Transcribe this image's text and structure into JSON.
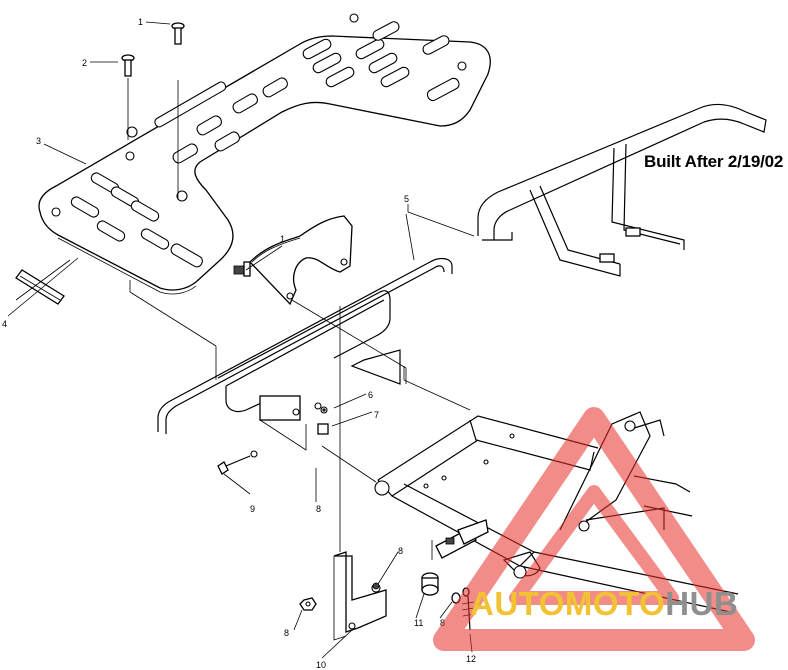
{
  "note": {
    "text": "Built After 2/19/02"
  },
  "callouts": [
    {
      "id": "c1a",
      "text": "1"
    },
    {
      "id": "c2",
      "text": "2"
    },
    {
      "id": "c3",
      "text": "3"
    },
    {
      "id": "c4",
      "text": "4"
    },
    {
      "id": "c1b",
      "text": "1"
    },
    {
      "id": "c5",
      "text": "5"
    },
    {
      "id": "c6a",
      "text": "6"
    },
    {
      "id": "c7",
      "text": "7"
    },
    {
      "id": "c9",
      "text": "9"
    },
    {
      "id": "c8a",
      "text": "8"
    },
    {
      "id": "c8b",
      "text": "8"
    },
    {
      "id": "c8c",
      "text": "8"
    },
    {
      "id": "c8d",
      "text": "8"
    },
    {
      "id": "c11",
      "text": "11"
    },
    {
      "id": "c10",
      "text": "10"
    },
    {
      "id": "c12",
      "text": "12"
    }
  ],
  "watermark": {
    "part1": "AUTO",
    "part2": "MOTO",
    "part3": "HUB",
    "triangle_color": "#e8302a",
    "yellow": "#f2c233",
    "grey": "#8f8f8f"
  }
}
